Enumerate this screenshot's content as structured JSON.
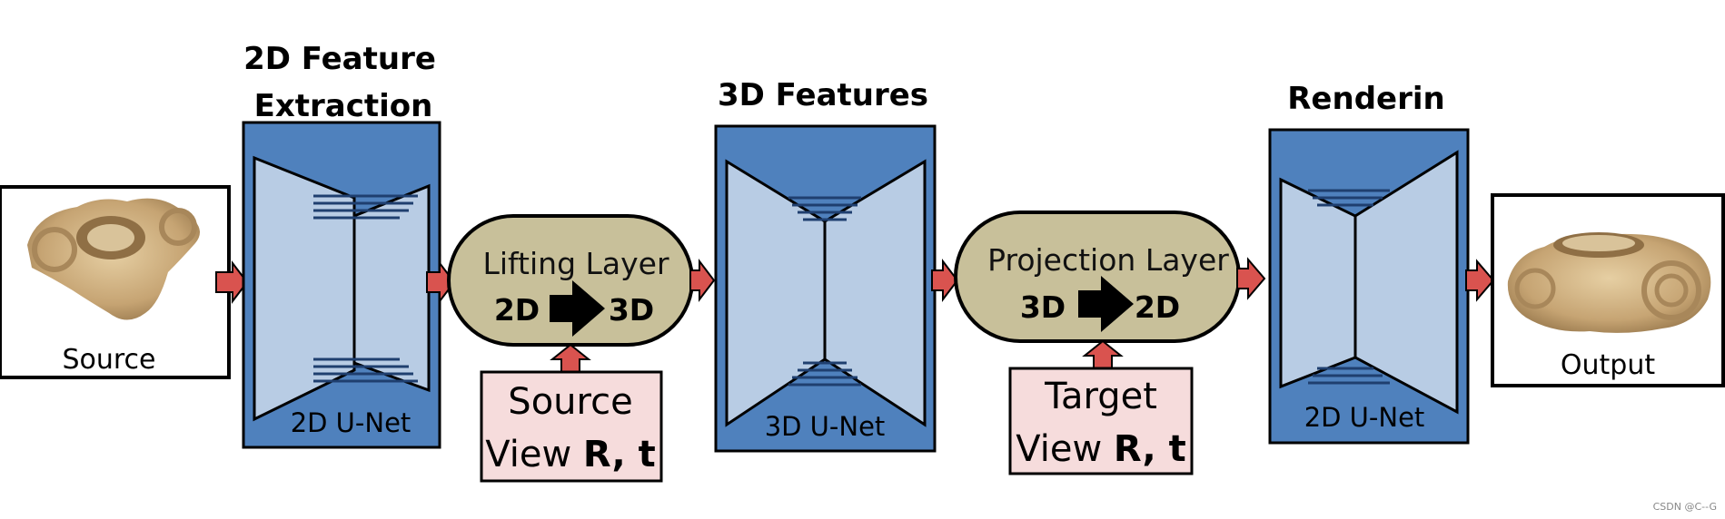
{
  "stages": {
    "feature_extraction": {
      "title_line1": "2D Feature",
      "title_line2": "Extraction",
      "net_label": "2D U-Net"
    },
    "features_3d": {
      "title": "3D Features",
      "net_label": "3D U-Net"
    },
    "rendering": {
      "title_line1": "Renderin",
      "title_line2": "g",
      "net_label": "2D U-Net"
    }
  },
  "lifting": {
    "label": "Lifting Layer",
    "from": "2D",
    "to": "3D"
  },
  "projection": {
    "label": "Projection Layer",
    "from": "3D",
    "to": "2D"
  },
  "source_view": {
    "line1": "Source",
    "line2_prefix": "View ",
    "line2_bold": "R, t"
  },
  "target_view": {
    "line1": "Target",
    "line2_prefix": "View ",
    "line2_bold": "R, t"
  },
  "images": {
    "source_caption": "Source",
    "output_caption": "Output"
  },
  "watermark": "CSDN @C--G",
  "colors": {
    "unet_block": "#4f81bd",
    "trapezoid": "#b8cce4",
    "pill": "#c8c09a",
    "view_box": "#f6dcdc",
    "arrow": "#d9534f",
    "object": "#c8a878"
  }
}
